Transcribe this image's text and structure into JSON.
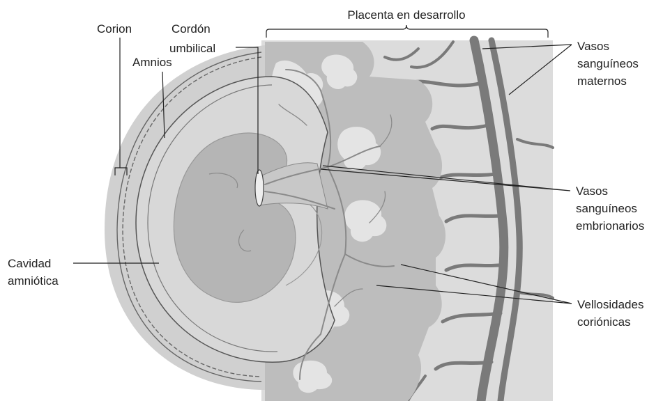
{
  "labels": {
    "placenta": "Placenta en desarrollo",
    "corion": "Corion",
    "cordon_l1": "Cordón",
    "cordon_l2": "umbilical",
    "amnios": "Amnios",
    "vasos_maternos_l1": "Vasos",
    "vasos_maternos_l2": "sanguíneos",
    "vasos_maternos_l3": "maternos",
    "vasos_emb_l1": "Vasos",
    "vasos_emb_l2": "sanguíneos",
    "vasos_emb_l3": "embrionarios",
    "cavidad_l1": "Cavidad",
    "cavidad_l2": "amniótica",
    "vellosidades_l1": "Vellosidades",
    "vellosidades_l2": "coriónicas"
  },
  "colors": {
    "uterine_wall": "#dcdcdc",
    "placenta_tissue": "#bdbdbd",
    "maternal_vessels": "#7a7a7a",
    "embryo": "#b5b5b5",
    "amniotic_cavity": "#d8d8d8",
    "chorion_outer": "#d0d0d0",
    "membrane_line": "#666666"
  }
}
